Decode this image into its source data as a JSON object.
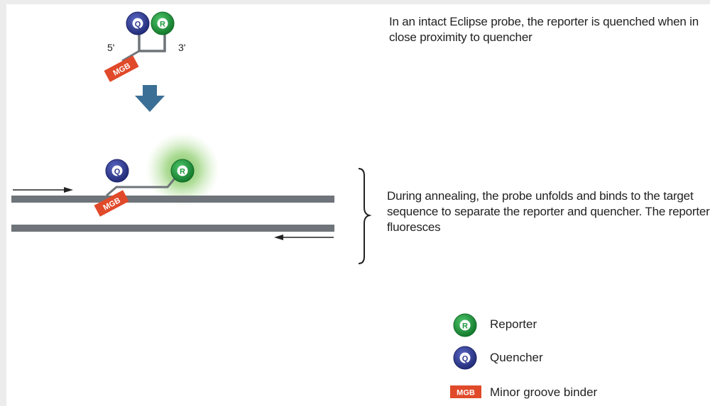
{
  "captions": {
    "intact": "In an intact Eclipse probe, the reporter is quenched when in close proximity to quencher",
    "annealing": "During annealing, the probe unfolds and binds to the target sequence to separate the reporter and quencher. The reporter fluoresces"
  },
  "probe": {
    "end_5": "5'",
    "end_3": "3'"
  },
  "marks": {
    "quencher": "Q",
    "reporter": "R",
    "mgb": "MGB"
  },
  "legend": {
    "reporter": "Reporter",
    "quencher": "Quencher",
    "mgb": "Minor groove binder"
  },
  "colors": {
    "quencher": "#2f3a8f",
    "reporter": "#1f9a3c",
    "mgb": "#e04a2a",
    "arrow": "#3b6f95",
    "strand": "#6e7479",
    "glow": "#7bc25a"
  }
}
